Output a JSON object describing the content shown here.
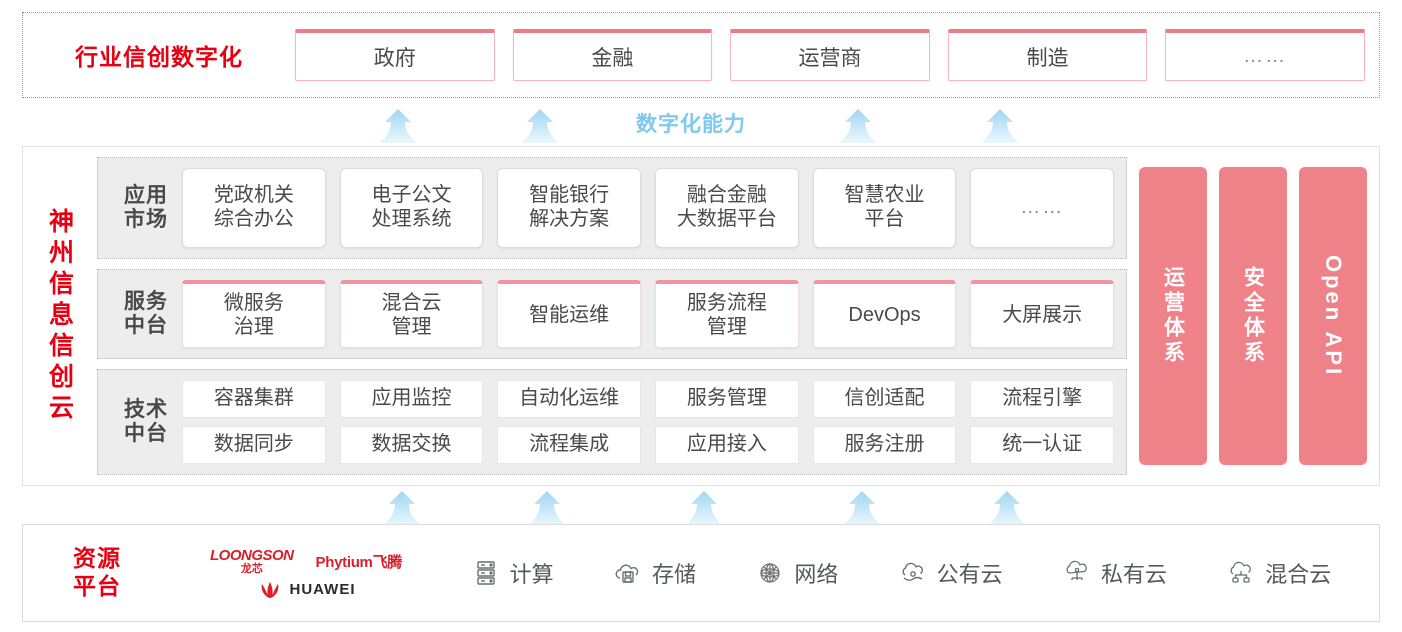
{
  "industry": {
    "title": "行业信创数字化",
    "boxes": [
      {
        "label": "政府"
      },
      {
        "label": "金融"
      },
      {
        "label": "运营商"
      },
      {
        "label": "制造"
      },
      {
        "label": "……"
      }
    ]
  },
  "capability": {
    "label": "数字化能力",
    "arrow_color": "#bfe4f7",
    "upper_arrow_count": 4,
    "lower_arrow_count": 5
  },
  "cloud": {
    "title": "神州信息信创云",
    "tiers": [
      {
        "label": "应用\n市场",
        "label_lines": [
          "应用",
          "市场"
        ],
        "cells": [
          {
            "label": "党政机关\n综合办公",
            "lines": [
              "党政机关",
              "综合办公"
            ]
          },
          {
            "label": "电子公文\n处理系统",
            "lines": [
              "电子公文",
              "处理系统"
            ]
          },
          {
            "label": "智能银行\n解决方案",
            "lines": [
              "智能银行",
              "解决方案"
            ]
          },
          {
            "label": "融合金融\n大数据平台",
            "lines": [
              "融合金融",
              "大数据平台"
            ]
          },
          {
            "label": "智慧农业\n平台",
            "lines": [
              "智慧农业",
              "平台"
            ]
          },
          {
            "label": "……",
            "lines": [
              "……"
            ],
            "dots": true
          }
        ]
      },
      {
        "label": "服务\n中台",
        "label_lines": [
          "服务",
          "中台"
        ],
        "cells": [
          {
            "label": "微服务\n治理",
            "lines": [
              "微服务",
              "治理"
            ]
          },
          {
            "label": "混合云\n管理",
            "lines": [
              "混合云",
              "管理"
            ]
          },
          {
            "label": "智能运维",
            "lines": [
              "智能运维"
            ]
          },
          {
            "label": "服务流程\n管理",
            "lines": [
              "服务流程",
              "管理"
            ]
          },
          {
            "label": "DevOps",
            "lines": [
              "DevOps"
            ]
          },
          {
            "label": "大屏展示",
            "lines": [
              "大屏展示"
            ]
          }
        ]
      },
      {
        "label": "技术\n中台",
        "label_lines": [
          "技术",
          "中台"
        ],
        "rows": [
          [
            "容器集群",
            "应用监控",
            "自动化运维",
            "服务管理",
            "信创适配",
            "流程引擎"
          ],
          [
            "数据同步",
            "数据交换",
            "流程集成",
            "应用接入",
            "服务注册",
            "统一认证"
          ]
        ]
      }
    ],
    "pillars": [
      {
        "label": "运营体系",
        "rotated": false
      },
      {
        "label": "安全体系",
        "rotated": false
      },
      {
        "label": "Open API",
        "rotated": true
      }
    ],
    "pillar_color": "#ef8189"
  },
  "resource": {
    "title_lines": [
      "资源",
      "平台"
    ],
    "title": "资源平台",
    "vendors": [
      {
        "name": "LOONGSON",
        "cn": "龙芯",
        "icon": "loongson-logo"
      },
      {
        "name": "Phytium飞腾",
        "icon": "phytium-logo"
      },
      {
        "name": "HUAWEI",
        "icon": "huawei-logo"
      }
    ],
    "items": [
      {
        "label": "计算",
        "icon": "server-icon"
      },
      {
        "label": "存储",
        "icon": "cloud-storage-icon"
      },
      {
        "label": "网络",
        "icon": "network-icon"
      },
      {
        "label": "公有云",
        "icon": "public-cloud-icon"
      },
      {
        "label": "私有云",
        "icon": "private-cloud-icon"
      },
      {
        "label": "混合云",
        "icon": "hybrid-cloud-icon"
      }
    ]
  },
  "colors": {
    "brand_red": "#e60012",
    "pillar_pink": "#ef8189",
    "box_pink_border": "#f4b8bf",
    "arrow_blue": "#bfe4f7",
    "tier_bg": "#ededed"
  }
}
